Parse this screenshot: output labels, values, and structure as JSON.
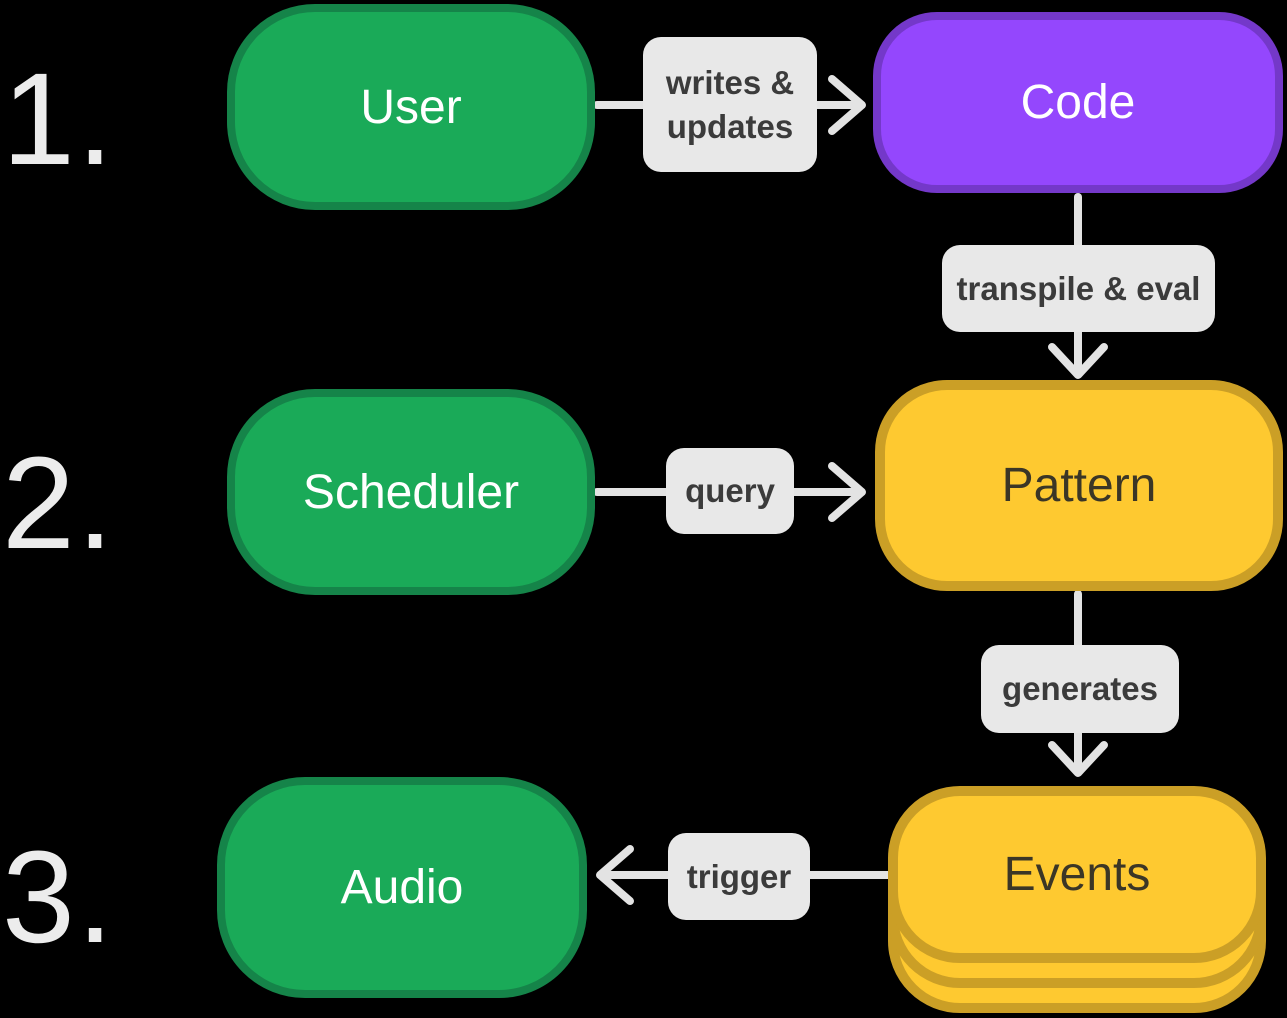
{
  "diagram": {
    "background": "#000000",
    "description": "Three-step flow diagram: user writes code which is transpiled into a pattern; a scheduler queries the pattern which generates events; events trigger audio."
  },
  "steps": [
    {
      "number": "1."
    },
    {
      "number": "2."
    },
    {
      "number": "3."
    }
  ],
  "nodes": {
    "user": {
      "label": "User"
    },
    "code": {
      "label": "Code"
    },
    "scheduler": {
      "label": "Scheduler"
    },
    "pattern": {
      "label": "Pattern"
    },
    "audio": {
      "label": "Audio"
    },
    "events": {
      "label": "Events"
    }
  },
  "edges": {
    "writes_updates": {
      "lines": [
        "writes &",
        "updates"
      ],
      "from": "user",
      "to": "code",
      "direction": "right"
    },
    "transpile_eval": {
      "label": "transpile & eval",
      "from": "code",
      "to": "pattern",
      "direction": "down"
    },
    "query": {
      "label": "query",
      "from": "scheduler",
      "to": "pattern",
      "direction": "right"
    },
    "generates": {
      "label": "generates",
      "from": "pattern",
      "to": "events",
      "direction": "down"
    },
    "trigger": {
      "label": "trigger",
      "from": "events",
      "to": "audio",
      "direction": "left"
    }
  },
  "colors": {
    "green_fill": "#1aaa58",
    "green_border": "#158449",
    "purple_fill": "#9447fd",
    "purple_border": "#7438c9",
    "yellow_fill": "#fec930",
    "yellow_border": "#cb9f26",
    "label_bg": "#e8e8e8",
    "label_text": "#3b3b3b",
    "arrow": "#e3e3e3",
    "step_number_text": "#ececec",
    "node_text_light": "#ffffff",
    "node_text_dark": "#3b3626"
  }
}
